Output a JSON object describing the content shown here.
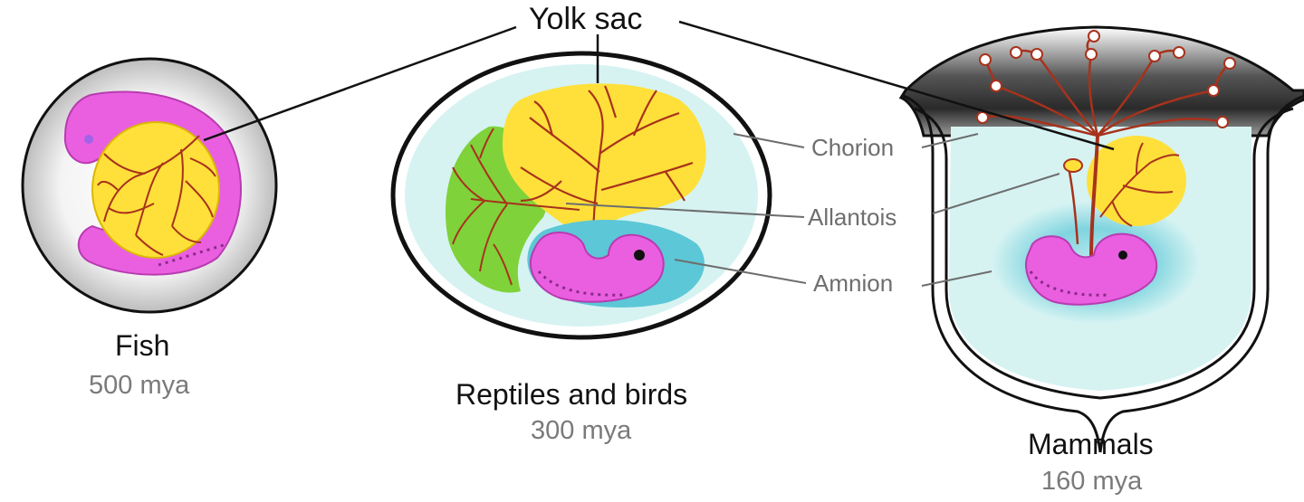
{
  "labels": {
    "yolk_sac": "Yolk sac",
    "chorion": "Chorion",
    "allantois": "Allantois",
    "amnion": "Amnion"
  },
  "panels": {
    "fish": {
      "name": "Fish",
      "age": "500 mya"
    },
    "reptiles": {
      "name": "Reptiles and birds",
      "age": "300 mya"
    },
    "mammals": {
      "name": "Mammals",
      "age": "160 mya"
    }
  },
  "colors": {
    "embryo": "#ea5fe0",
    "embryo_outline": "#b83bb0",
    "yolk": "#ffe03a",
    "vessels": "#a8321c",
    "chorion_fluid": "#d6f3f2",
    "amnion_fluid": "#5cc7d6",
    "allantois": "#7fd23a",
    "outline": "#111111",
    "leader_line": "#6e6e6e"
  }
}
